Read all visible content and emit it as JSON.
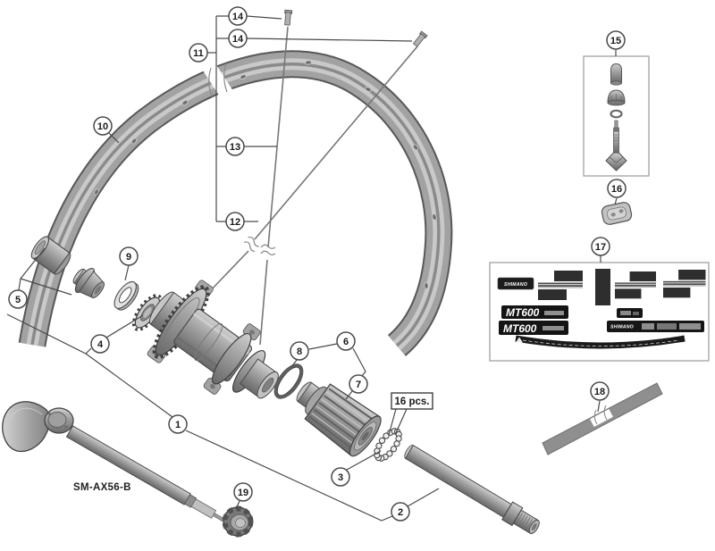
{
  "diagram": {
    "axle_label": "SM-AX56-B",
    "qty_label": "16 pcs.",
    "callouts": {
      "c1": "1",
      "c2": "2",
      "c3": "3",
      "c4": "4",
      "c5": "5",
      "c6": "6",
      "c7": "7",
      "c8": "8",
      "c9": "9",
      "c10": "10",
      "c11": "11",
      "c12": "12",
      "c13": "13",
      "c14a": "14",
      "c14b": "14",
      "c15": "15",
      "c16": "16",
      "c17": "17",
      "c18": "18",
      "c19": "19"
    },
    "decals": {
      "brand": "SHIMANO",
      "model_a": "MT600",
      "model_b": "MT600",
      "long_brand": "SHIMANO"
    }
  }
}
